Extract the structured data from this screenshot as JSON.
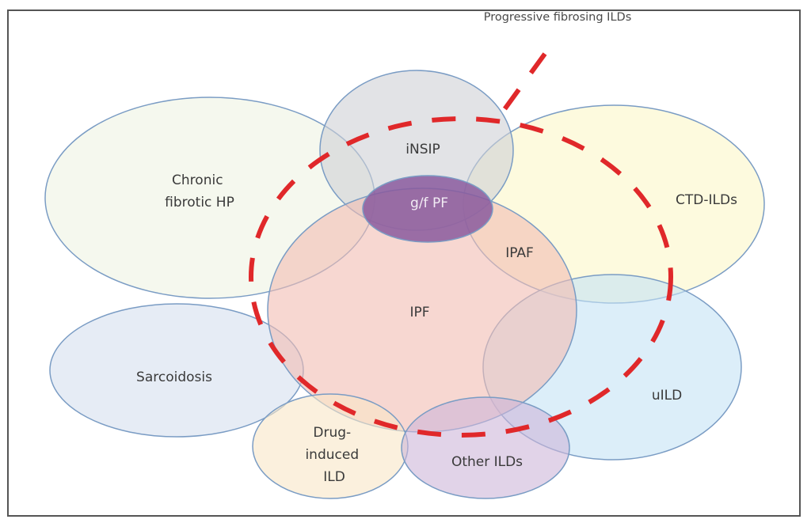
{
  "diagram": {
    "title": "Progressive fibrosing ILDs",
    "sets": [
      {
        "id": "chronic-fibrotic-hp",
        "label_lines": [
          "Chronic",
          "fibrotic HP"
        ],
        "fill": "#eef3e2"
      },
      {
        "id": "sarcoidosis",
        "label_lines": [
          "Sarcoidosis"
        ],
        "fill": "#d6e0ee"
      },
      {
        "id": "ctd-ilds",
        "label_lines": [
          "CTD-ILDs"
        ],
        "fill": "#fbf6c8"
      },
      {
        "id": "uild",
        "label_lines": [
          "uILD"
        ],
        "fill": "#c4e2f5"
      },
      {
        "id": "insip",
        "label_lines": [
          "iNSIP"
        ],
        "fill": "#cfd0d6"
      },
      {
        "id": "ipf",
        "label_lines": [
          "IPF"
        ],
        "fill": "#f2bcb2"
      },
      {
        "id": "drug-induced-ild",
        "label_lines": [
          "Drug-",
          "induced",
          "ILD"
        ],
        "fill": "#f8e6c6"
      },
      {
        "id": "other-ilds",
        "label_lines": [
          "Other ILDs"
        ],
        "fill": "#cdb6d8"
      },
      {
        "id": "gf-pf",
        "label_lines": [
          "g/f PF"
        ],
        "fill": "#8a5a9e"
      }
    ],
    "region_labels": [
      {
        "id": "ipaf",
        "text": "IPAF"
      }
    ],
    "colors": {
      "outline": "#7a9cc4",
      "dashed_boundary": "#e0282a",
      "frame": "#555555"
    }
  }
}
